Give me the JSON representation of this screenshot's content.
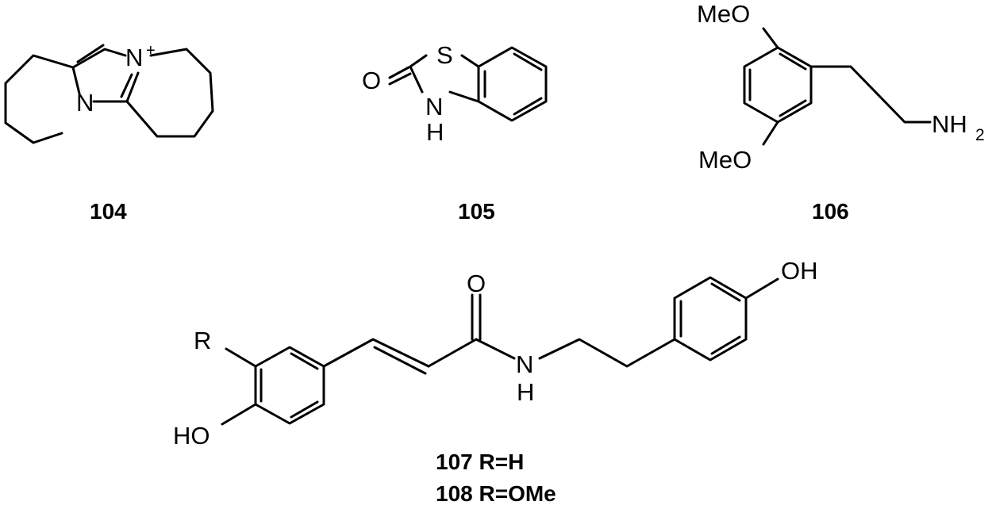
{
  "compounds": [
    {
      "id": "104",
      "atoms": {
        "n_plus": "N",
        "plus_sign": "+",
        "n_ring": "N"
      }
    },
    {
      "id": "105",
      "atoms": {
        "s": "S",
        "o": "O",
        "n": "N",
        "h": "H"
      }
    },
    {
      "id": "106",
      "atoms": {
        "meo_top": "MeO",
        "meo_bottom": "MeO",
        "nh": "NH",
        "nh_sub": "2"
      }
    },
    {
      "id": "107 R=H",
      "id2": "108 R=OMe",
      "atoms": {
        "r": "R",
        "ho": "HO",
        "o": "O",
        "n": "N",
        "h": "H",
        "oh": "OH"
      }
    }
  ]
}
